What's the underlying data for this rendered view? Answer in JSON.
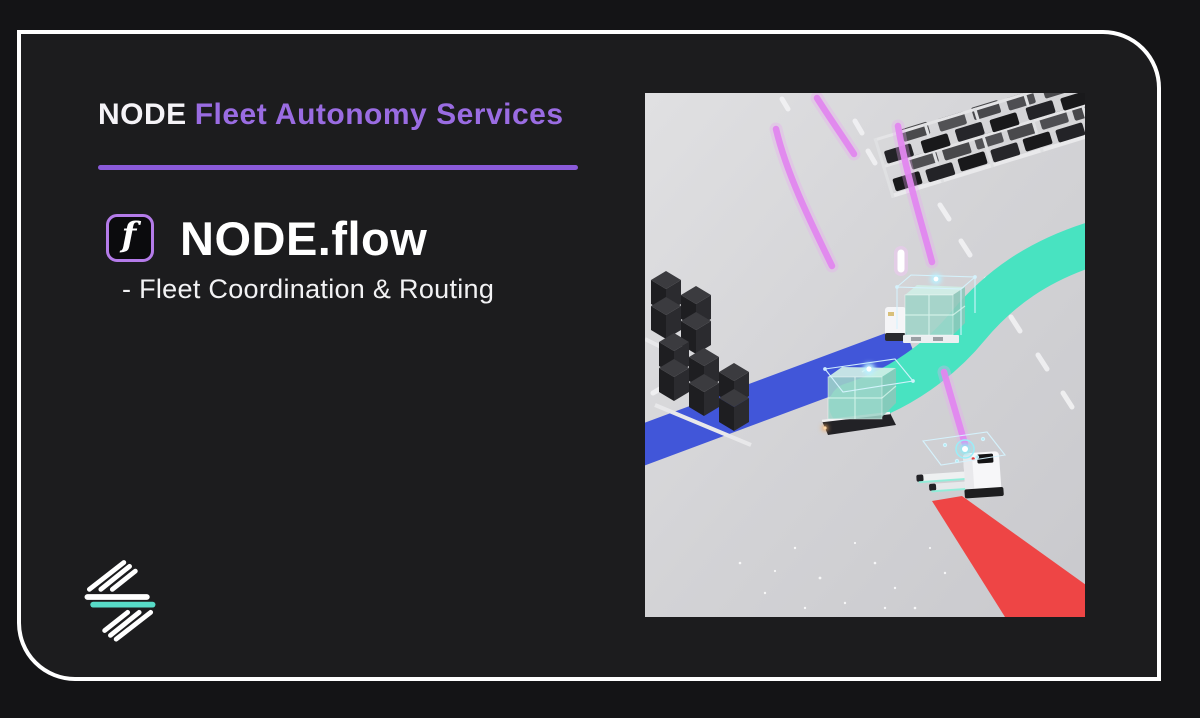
{
  "header": {
    "brand": "NODE",
    "suffix": "Fleet Autonomy Services"
  },
  "product": {
    "icon_glyph": "f",
    "name": "NODE.flow",
    "tagline": "- Fleet Coordination & Routing"
  },
  "colors": {
    "accent_purple_text": "#9a6ce2",
    "divider_purple": "#8a5ada",
    "icon_border_purple": "#b47be9",
    "frame_white": "#ffffff",
    "card_background": "#1c1c1e",
    "page_background": "#141416",
    "logo_teal": "#57dcc8",
    "scene_floor": "#d2d2d5",
    "route_blue": "#4156d9",
    "route_teal": "#48e3c1",
    "route_red": "#ee4545",
    "lidar_laser_purple": "#e287ef",
    "detection_cyan": "#baf1ff"
  },
  "scene_objects": {
    "storage_rack": "rack with black bins (top right)",
    "pallet_stacks": "black box stacks on pallets (left)",
    "agv_count": "3",
    "routes": [
      "blue",
      "teal",
      "red"
    ]
  }
}
